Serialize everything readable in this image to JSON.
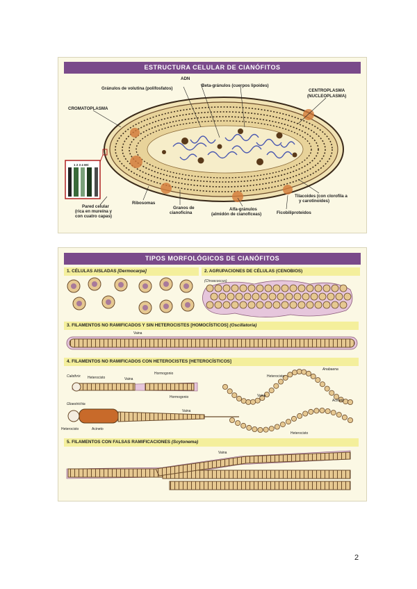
{
  "slide1": {
    "title": "ESTRUCTURA CELULAR DE CIANÓFITOS",
    "labels": {
      "adn": "ADN",
      "granulos_volutina": "Gránulos de volutina (polifosfatos)",
      "beta_granulos": "Beta-gránulos (cuerpos lipoides)",
      "centroplasma_1": "CENTROPLASMA",
      "centroplasma_2": "(NUCLEOPLASMA)",
      "cromatoplasma": "CROMATOPLASMA",
      "tilacoides_1": "Tilacoides (con clorofila a",
      "tilacoides_2": "y carotinoides)",
      "pared_1": "Pared celular",
      "pared_2": "(rica en mureína y",
      "pared_3": "con cuatro capas)",
      "ribosomas": "Ribosomas",
      "granos_1": "Granos de",
      "granos_2": "cianoficina",
      "alfa_1": "Alfa-gránulos",
      "alfa_2": "(almidón de cianofíceas)",
      "ficobili": "Ficobiliproteidos",
      "inset_ticks": "1 2 3 4 MC"
    }
  },
  "slide2": {
    "title": "TIPOS MORFOLÓGICOS DE CIANÓFITOS",
    "sec1": "1. CÉLULAS AISLADAS",
    "sec1_genus": "[Dermocarpa]",
    "sec2": "2. AGRUPACIONES DE CÉLULAS (CENOBIOS)",
    "sec2_genus": "(Chroococcus)",
    "sec3": "3. FILAMENTOS NO RAMIFICADOS Y SIN HETEROCISTES [HOMOCÍSTICOS]",
    "sec3_genus": "(Oscillatoria)",
    "sec3_vaina": "Vaina",
    "sec4": "4. FILAMENTOS NO RAMIFICADOS CON HETEROCISTES [HETEROCÍSTICOS]",
    "sec4_labels": {
      "calothrix": "Calothrix",
      "heterocisto": "Heterocisto",
      "vaina": "Vaina",
      "hormogonio": "Hormogonio",
      "hormogonio2": "Hormogonio",
      "vaina2": "Vaina",
      "gloeotrichia": "Gloeotrichia",
      "heterocisto2": "Heterocisto",
      "acineto": "Acineto",
      "anabaena": "Anabaena",
      "heterocisto3": "Heterocisto",
      "vaina3": "Vaina",
      "acineto2": "Acineto",
      "heterocisto4": "Heterocisto"
    },
    "sec5": "5. FILAMENTOS CON FALSAS RAMIFICACIONES",
    "sec5_genus": "(Scytonema)",
    "sec5_vaina": "Vaina"
  },
  "page_number": "2",
  "colors": {
    "title_bar": "#7a4a8a",
    "section_bar": "#f4ef9c",
    "cell_tan": "#e6c891",
    "cell_dark": "#5a3a1a",
    "dna_blue": "#4a58b0",
    "sheath_pink": "#e6c6dc"
  }
}
